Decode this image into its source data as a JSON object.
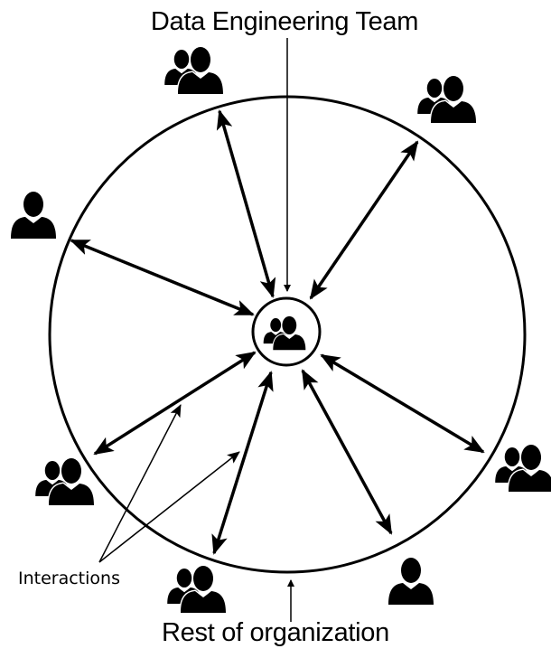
{
  "diagram": {
    "title_top": "Data Engineering Team",
    "title_bottom": "Rest of organization",
    "annotation": "Interactions"
  },
  "nodes": {
    "center": {
      "icon": "group-icon"
    },
    "outer": [
      {
        "icon": "group-icon"
      },
      {
        "icon": "group-icon"
      },
      {
        "icon": "person-icon"
      },
      {
        "icon": "group-icon"
      },
      {
        "icon": "group-icon"
      },
      {
        "icon": "group-icon"
      },
      {
        "icon": "person-icon"
      }
    ]
  },
  "colors": {
    "stroke": "#000000",
    "background": "#ffffff"
  }
}
